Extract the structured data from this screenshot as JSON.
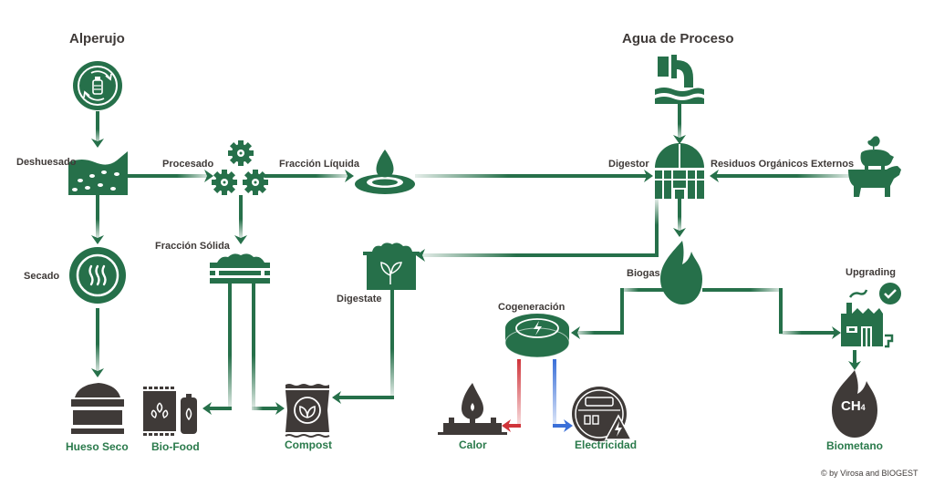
{
  "titles": {
    "alperujo": "Alperujo",
    "agua_de_proceso": "Agua de Proceso"
  },
  "steps": {
    "deshuesado": "Deshuesado",
    "procesado": "Procesado",
    "fraccion_liquida": "Fracción Líquida",
    "fraccion_solida": "Fracción Sólida",
    "secado": "Secado",
    "digestor": "Digestor",
    "residuos_organicos_externos": "Residuos Orgánicos Externos",
    "digestate": "Digestate",
    "biogas": "Biogas",
    "cogeneracion": "Cogeneración",
    "upgrading": "Upgrading"
  },
  "outputs": {
    "hueso_seco": "Hueso Seco",
    "bio_food": "Bio-Food",
    "compost": "Compost",
    "calor": "Calor",
    "electricidad": "Electricidad",
    "biometano": "Biometano"
  },
  "icons": {
    "ch4_label": "CH",
    "ch4_subscript": "4"
  },
  "colors": {
    "primary_green": "#26704a",
    "dark_gray": "#3f3a38",
    "output_label_green": "#2a7a4b",
    "heat_red": "#d0343a",
    "electric_blue": "#3a6fd8"
  },
  "footer": {
    "copyright": "© by Virosa and BIOGEST"
  }
}
